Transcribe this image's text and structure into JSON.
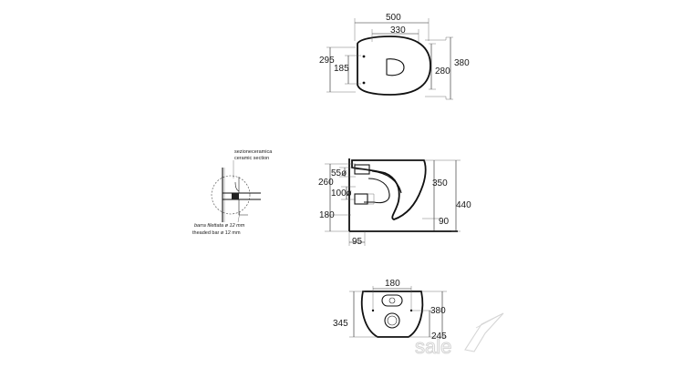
{
  "top_view": {
    "width_total": "500",
    "width_inner": "330",
    "depth_left_outer": "295",
    "depth_left_inner": "185",
    "depth_right_inner": "280",
    "depth_right_outer": "380"
  },
  "side_view": {
    "dim_55": "55ø",
    "dim_260": "260",
    "dim_100": "100ø",
    "dim_180": "180",
    "dim_95": "95",
    "dim_350": "350",
    "dim_440": "440",
    "dim_90": "90"
  },
  "detail": {
    "label_it": "sezioneceramica",
    "label_en": "ceramic section",
    "bar_it": "barra filettata ø 12 mm",
    "bar_en": "theaded bar ø 12 mm"
  },
  "rear_view": {
    "dim_180": "180",
    "dim_345": "345",
    "dim_380": "380",
    "dim_245": "245"
  },
  "watermark": "sale"
}
